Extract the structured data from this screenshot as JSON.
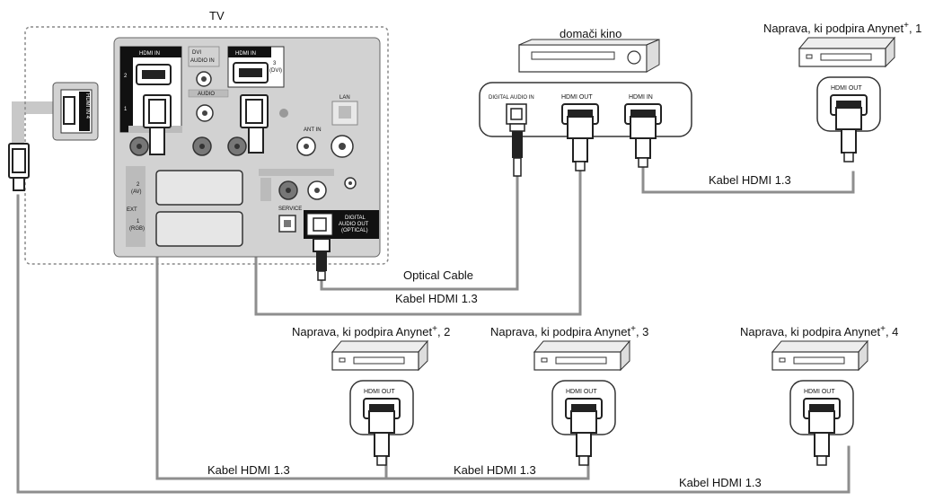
{
  "tv": {
    "label": "TV",
    "hdmi_in_label": "HDMI IN",
    "hdmi_in_port_2": "2",
    "hdmi_in_port_1": "1",
    "hdmi_in_port_3": "3",
    "dvi_label": "(DVI)",
    "dvi_audio_in_label": "DVI AUDIO IN",
    "audio_label": "AUDIO",
    "ant_in_label": "ANT IN",
    "lan_label": "LAN",
    "ext_label": "EXT",
    "ext_2_label": "2",
    "ext_2_sub": "(AV)",
    "ext_1_label": "1",
    "ext_1_sub": "(RGB)",
    "service_label": "SERVICE",
    "digital_audio_out_label": "DIGITAL AUDIO OUT (OPTICAL)",
    "digital_audio_out_line1": "DIGITAL",
    "digital_audio_out_line2": "AUDIO OUT",
    "digital_audio_out_line3": "(OPTICAL)",
    "side_hdmi_label": "HDMI IN 4"
  },
  "home_theater": {
    "label": "domači kino",
    "digital_audio_in_label": "DIGITAL AUDIO IN",
    "hdmi_out_label": "HDMI OUT",
    "hdmi_in_label": "HDMI IN"
  },
  "devices": [
    {
      "name": "Naprava, ki podpira Anynet",
      "sup": "+",
      "suffix": ", 1",
      "port_label": "HDMI OUT"
    },
    {
      "name": "Naprava, ki podpira Anynet",
      "sup": "+",
      "suffix": ", 2",
      "port_label": "HDMI OUT"
    },
    {
      "name": "Naprava, ki podpira Anynet",
      "sup": "+",
      "suffix": ", 3",
      "port_label": "HDMI OUT"
    },
    {
      "name": "Naprava, ki podpira Anynet",
      "sup": "+",
      "suffix": ", 4",
      "port_label": "HDMI OUT"
    }
  ],
  "cables": {
    "optical": "Optical Cable",
    "hdmi_ht": "Kabel HDMI 1.3",
    "hdmi_dev1": "Kabel HDMI 1.3",
    "hdmi_bottom_1": "Kabel HDMI 1.3",
    "hdmi_bottom_2": "Kabel HDMI 1.3",
    "hdmi_bottom_3": "Kabel HDMI 1.3"
  },
  "colors": {
    "panel": "#d2d2d2",
    "cable": "#909090",
    "stroke": "#333333",
    "port_dark": "#222222"
  }
}
